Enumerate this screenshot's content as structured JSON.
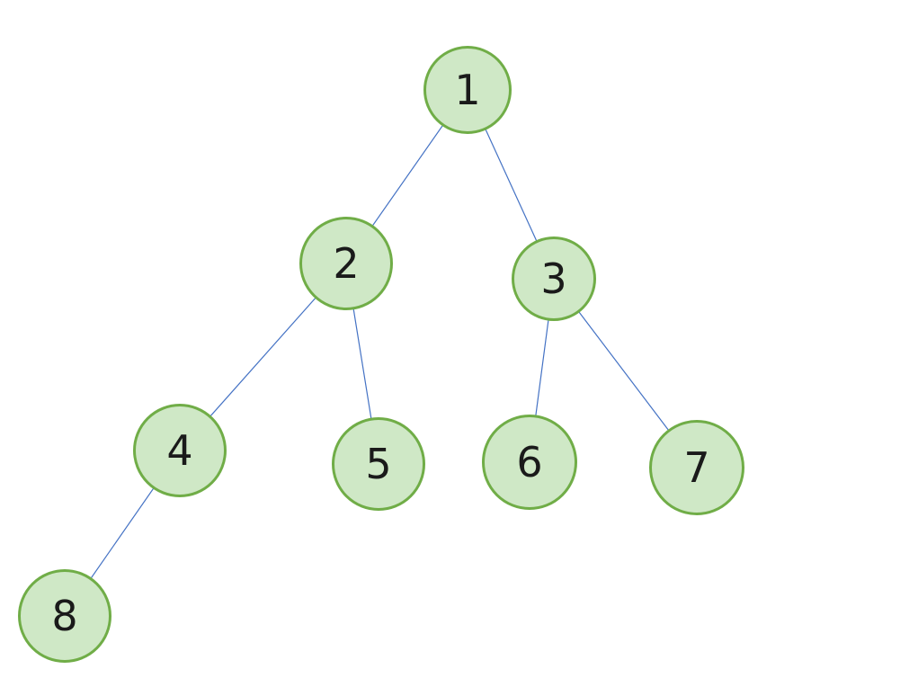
{
  "diagram": {
    "type": "binary-tree",
    "title": "",
    "colors": {
      "background": "#ffffff",
      "node_fill": "#cfe8c6",
      "node_border": "#70ad47",
      "edge_color": "#4472c4",
      "label_color": "#1a1a1a"
    },
    "nodes": [
      {
        "id": 1,
        "label": "1"
      },
      {
        "id": 2,
        "label": "2"
      },
      {
        "id": 3,
        "label": "3"
      },
      {
        "id": 4,
        "label": "4"
      },
      {
        "id": 5,
        "label": "5"
      },
      {
        "id": 6,
        "label": "6"
      },
      {
        "id": 7,
        "label": "7"
      },
      {
        "id": 8,
        "label": "8"
      }
    ],
    "edges": [
      {
        "from": "1",
        "to": "2"
      },
      {
        "from": "1",
        "to": "3"
      },
      {
        "from": "2",
        "to": "4"
      },
      {
        "from": "2",
        "to": "5"
      },
      {
        "from": "3",
        "to": "6"
      },
      {
        "from": "3",
        "to": "7"
      },
      {
        "from": "4",
        "to": "8"
      }
    ]
  }
}
